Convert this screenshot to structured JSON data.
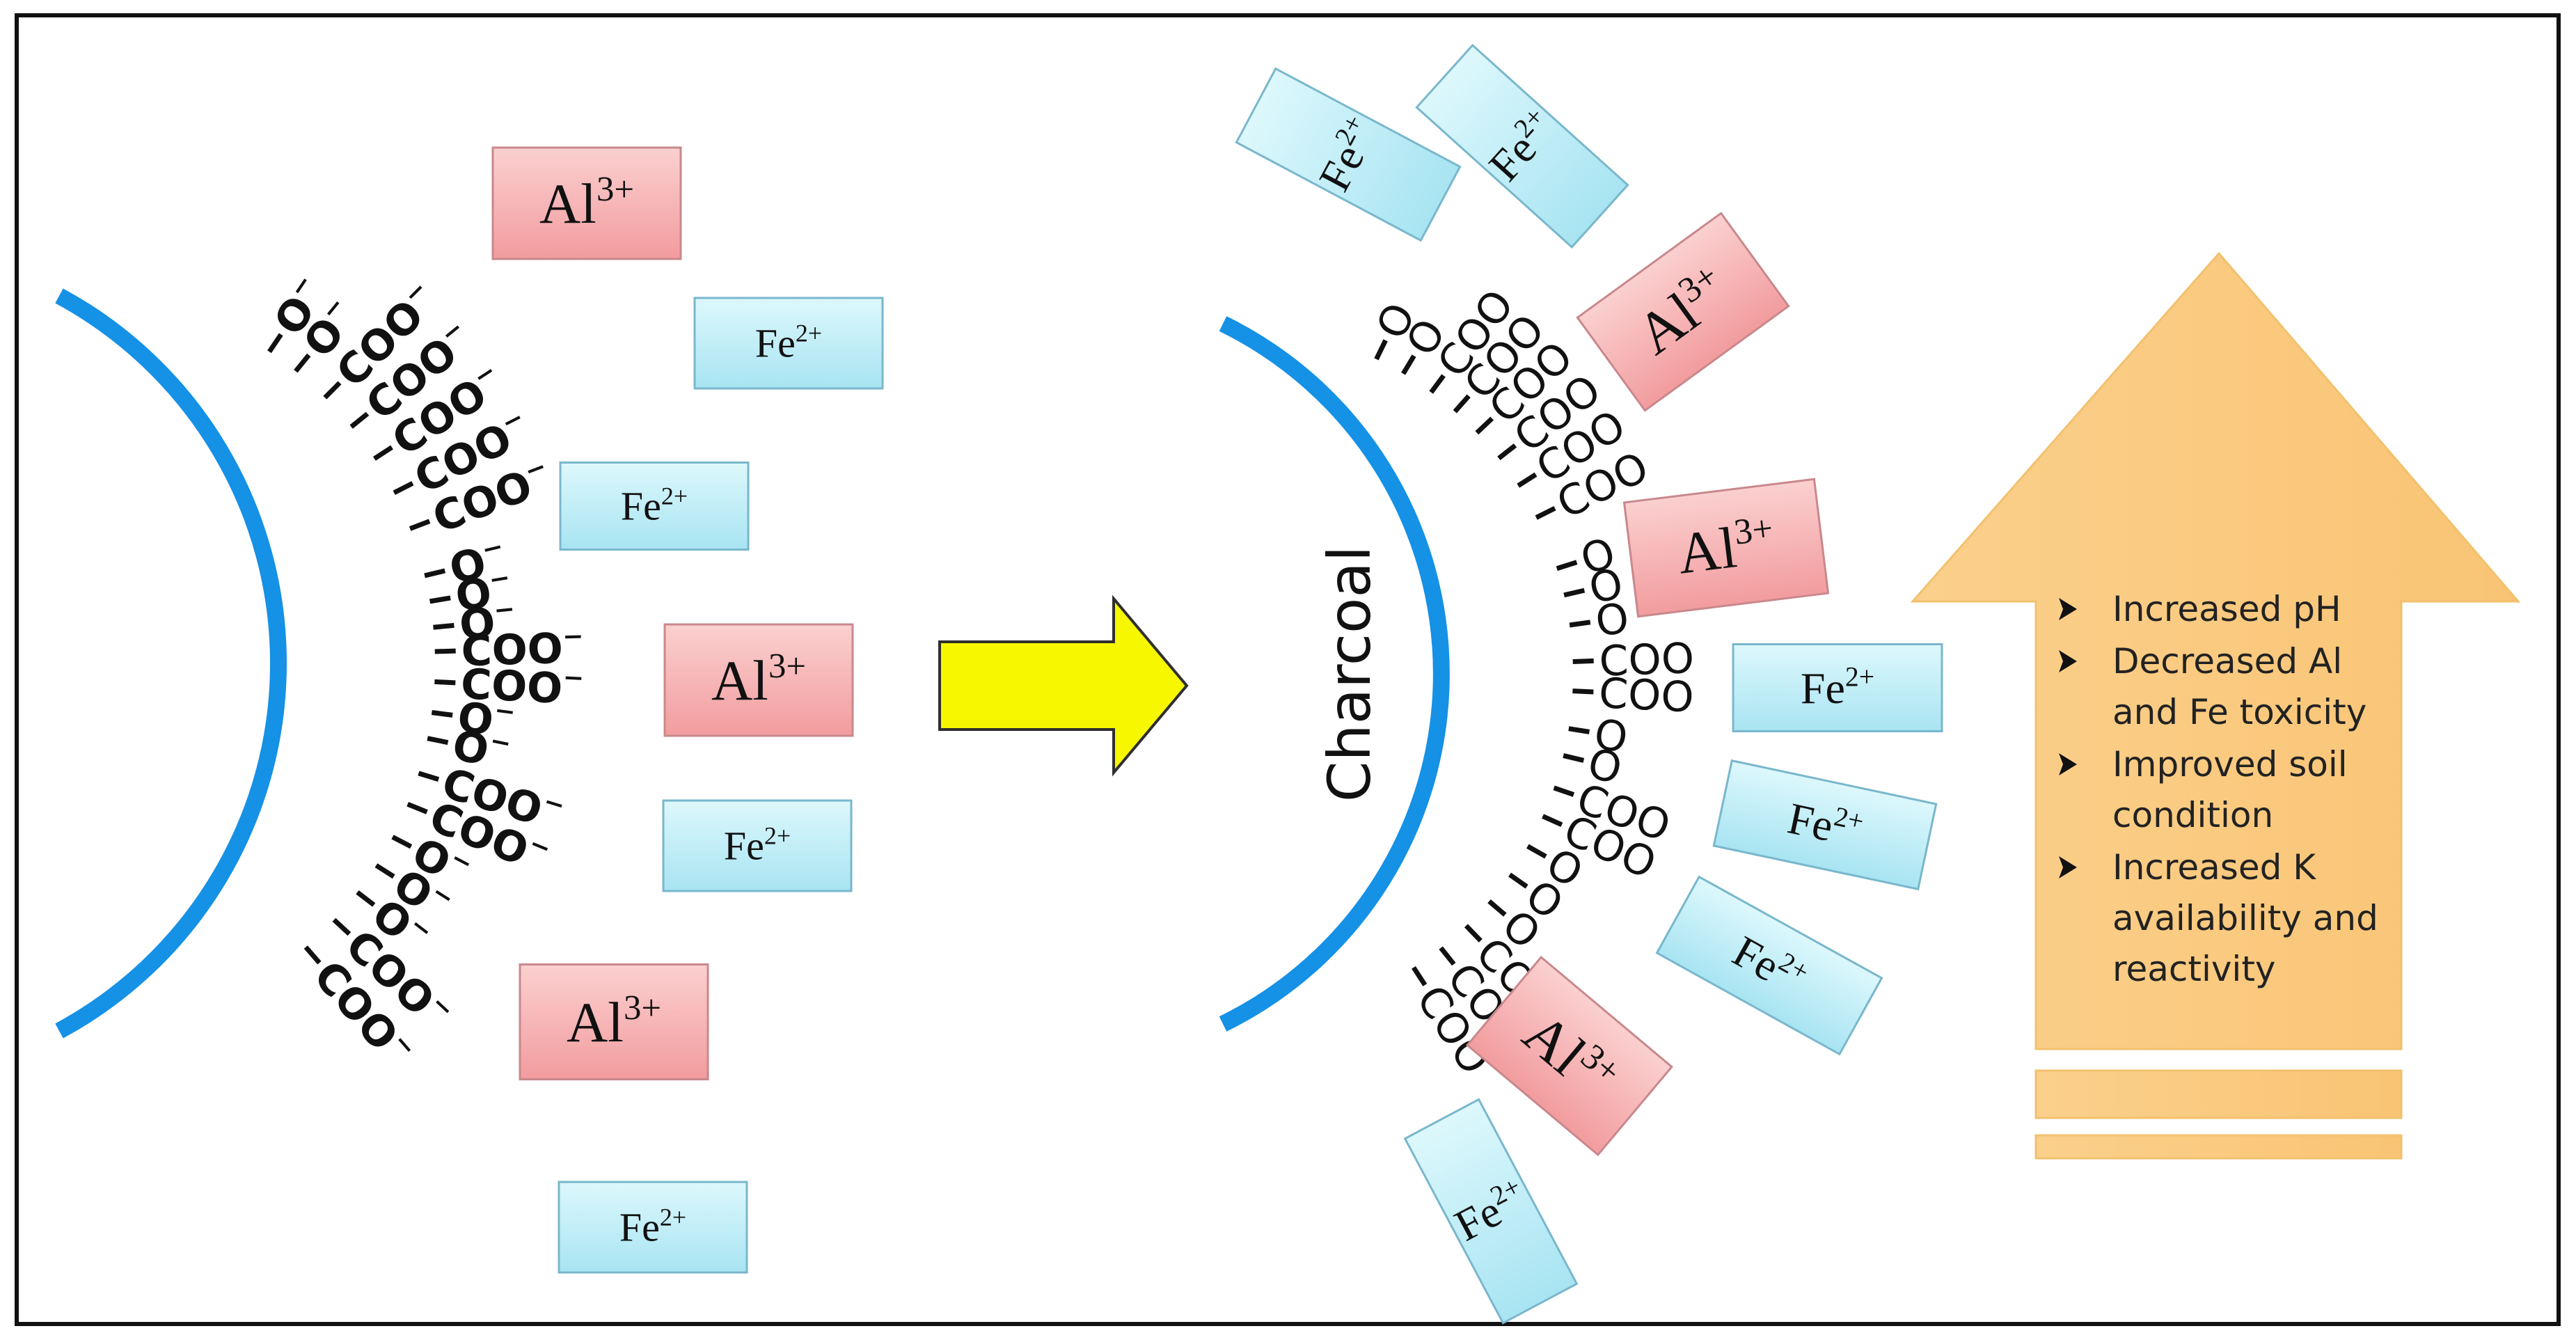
{
  "ions": {
    "al_main": "Al",
    "al_sup": "3+",
    "fe_main": "Fe",
    "fe_sup": "2+"
  },
  "groups": {
    "carboxylate": "COO",
    "oxide": "O",
    "minus": "−"
  },
  "right_label": "Charcoal",
  "benefits": [
    [
      "Increased pH"
    ],
    [
      "Decreased Al",
      "and Fe toxicity"
    ],
    [
      "Improved soil",
      "condition"
    ],
    [
      "Increased K",
      "availability and",
      "reactivity"
    ]
  ],
  "icons": {
    "bullet": "bullet-arrow-icon",
    "process_arrow": "process-arrow-icon",
    "up_arrow": "up-arrow-icon"
  },
  "colors": {
    "surface": "#1591e6",
    "al_box": "#f4a8a8",
    "fe_box": "#aeeaf4",
    "process_arrow": "#f7f700",
    "up_arrow": "#fbc97a"
  }
}
